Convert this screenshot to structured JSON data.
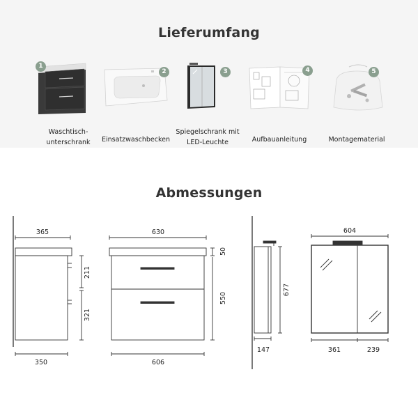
{
  "scope": {
    "title": "Lieferumfang",
    "items": [
      {
        "number": "1",
        "label_line1": "Waschtisch-",
        "label_line2": "unterschrank"
      },
      {
        "number": "2",
        "label_line1": "Einsatzwaschbecken",
        "label_line2": ""
      },
      {
        "number": "3",
        "label_line1": "Spiegelschrank mit",
        "label_line2": "LED-Leuchte"
      },
      {
        "number": "4",
        "label_line1": "Aufbauanleitung",
        "label_line2": ""
      },
      {
        "number": "5",
        "label_line1": "Montagematerial",
        "label_line2": ""
      }
    ]
  },
  "dimensions": {
    "title": "Abmessungen",
    "vanity_side": {
      "top_depth": "365",
      "bottom_depth": "350",
      "drawer_upper": "211",
      "drawer_lower": "321"
    },
    "vanity_front": {
      "top_width": "630",
      "bottom_width": "606",
      "basin_height": "50",
      "body_height": "550"
    },
    "cabinet_side": {
      "depth": "147",
      "height": "677"
    },
    "cabinet_front": {
      "width": "604",
      "door_left": "361",
      "door_right": "239"
    }
  },
  "colors": {
    "badge": "#8a9f8f",
    "wood_dark": "#3c3c3c",
    "band": "#f5f5f5"
  }
}
